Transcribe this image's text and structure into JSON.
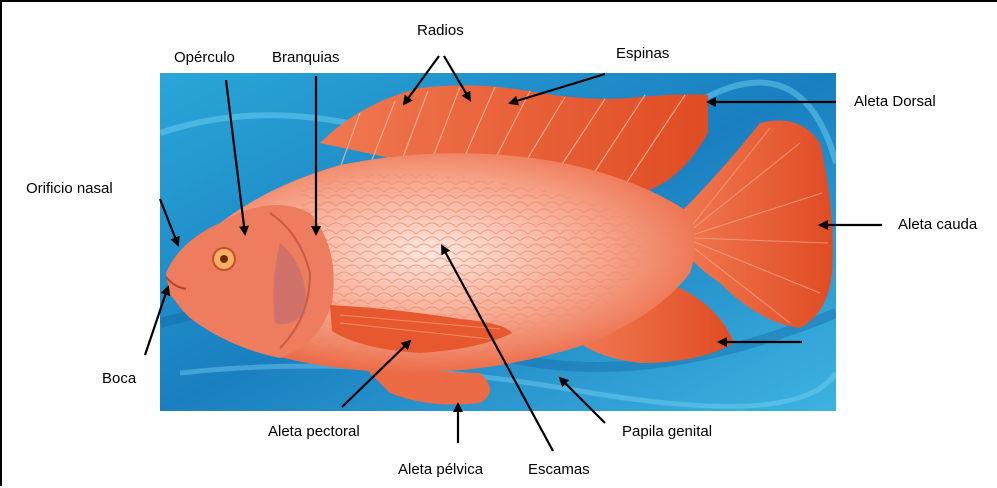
{
  "labels": {
    "radios": "Radios",
    "espinas": "Espinas",
    "operculo": "Opérculo",
    "branquias": "Branquias",
    "aleta_dorsal": "Aleta Dorsal",
    "orificio_nasal": "Orificio nasal",
    "aleta_cauda": "Aleta cauda",
    "boca": "Boca",
    "aleta_pectoral": "Aleta pectoral",
    "papila_genital": "Papila genital",
    "aleta_pelvica": "Aleta pélvica",
    "escamas": "Escamas"
  },
  "colors": {
    "water": "#1f8fc8",
    "fish_body": "#f3866a",
    "fish_fin": "#e8603a",
    "arrow": "#000000"
  }
}
